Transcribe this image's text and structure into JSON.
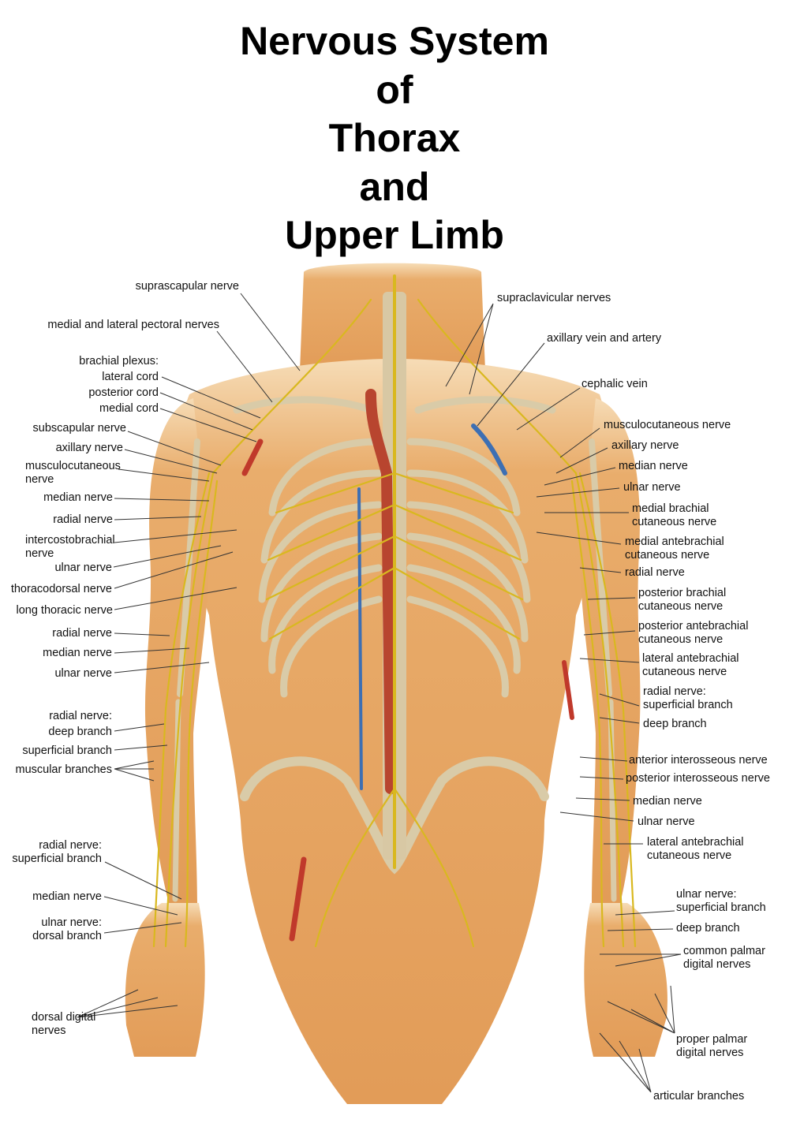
{
  "title_lines": [
    "Nervous System",
    "of",
    "Thorax",
    "and",
    "Upper Limb"
  ],
  "colors": {
    "skin": "#e3a160",
    "skin_light": "#f2c892",
    "bone": "#e8dcc0",
    "nerve": "#d9b81f",
    "artery": "#c0392b",
    "vein": "#3d6fb3",
    "leader_line": "#333333"
  },
  "labels_left": [
    {
      "lines": [
        "suprascapular nerve"
      ]
    },
    {
      "lines": [
        "medial and lateral pectoral nerves"
      ]
    },
    {
      "lines": [
        "brachial plexus:"
      ]
    },
    {
      "lines": [
        "lateral cord"
      ]
    },
    {
      "lines": [
        "posterior cord"
      ]
    },
    {
      "lines": [
        "medial cord"
      ]
    },
    {
      "lines": [
        "subscapular nerve"
      ]
    },
    {
      "lines": [
        "axillary nerve"
      ]
    },
    {
      "lines": [
        "musculocutaneous",
        "nerve"
      ]
    },
    {
      "lines": [
        "median nerve"
      ]
    },
    {
      "lines": [
        "radial nerve"
      ]
    },
    {
      "lines": [
        "intercostobrachial",
        "nerve"
      ]
    },
    {
      "lines": [
        "ulnar nerve"
      ]
    },
    {
      "lines": [
        "thoracodorsal nerve"
      ]
    },
    {
      "lines": [
        "long thoracic nerve"
      ]
    },
    {
      "lines": [
        "radial nerve"
      ]
    },
    {
      "lines": [
        "median nerve"
      ]
    },
    {
      "lines": [
        "ulnar nerve"
      ]
    },
    {
      "lines": [
        "radial nerve:"
      ]
    },
    {
      "lines": [
        "deep branch"
      ]
    },
    {
      "lines": [
        "superficial branch"
      ]
    },
    {
      "lines": [
        "muscular branches"
      ]
    },
    {
      "lines": [
        "radial nerve:",
        "superficial branch"
      ]
    },
    {
      "lines": [
        "median nerve"
      ]
    },
    {
      "lines": [
        "ulnar nerve:",
        "dorsal branch"
      ]
    },
    {
      "lines": [
        "dorsal digital",
        "nerves"
      ]
    }
  ],
  "labels_right": [
    {
      "lines": [
        "supraclavicular nerves"
      ]
    },
    {
      "lines": [
        "axillary vein and artery"
      ]
    },
    {
      "lines": [
        "cephalic vein"
      ]
    },
    {
      "lines": [
        "musculocutaneous nerve"
      ]
    },
    {
      "lines": [
        "axillary nerve"
      ]
    },
    {
      "lines": [
        "median nerve"
      ]
    },
    {
      "lines": [
        "ulnar nerve"
      ]
    },
    {
      "lines": [
        "medial brachial",
        "cutaneous nerve"
      ]
    },
    {
      "lines": [
        "medial antebrachial",
        "cutaneous nerve"
      ]
    },
    {
      "lines": [
        "radial nerve"
      ]
    },
    {
      "lines": [
        "posterior brachial",
        "cutaneous nerve"
      ]
    },
    {
      "lines": [
        "posterior antebrachial",
        "cutaneous nerve"
      ]
    },
    {
      "lines": [
        "lateral antebrachial",
        "cutaneous nerve"
      ]
    },
    {
      "lines": [
        "radial nerve:",
        "superficial branch"
      ]
    },
    {
      "lines": [
        "deep branch"
      ]
    },
    {
      "lines": [
        "anterior interosseous nerve"
      ]
    },
    {
      "lines": [
        "posterior interosseous nerve"
      ]
    },
    {
      "lines": [
        "median nerve"
      ]
    },
    {
      "lines": [
        "ulnar nerve"
      ]
    },
    {
      "lines": [
        "lateral antebrachial",
        "cutaneous nerve"
      ]
    },
    {
      "lines": [
        "ulnar nerve:",
        "superficial branch"
      ]
    },
    {
      "lines": [
        "deep branch"
      ]
    },
    {
      "lines": [
        "common palmar",
        "digital nerves"
      ]
    },
    {
      "lines": [
        "proper palmar",
        "digital nerves"
      ]
    },
    {
      "lines": [
        "articular branches"
      ]
    }
  ]
}
